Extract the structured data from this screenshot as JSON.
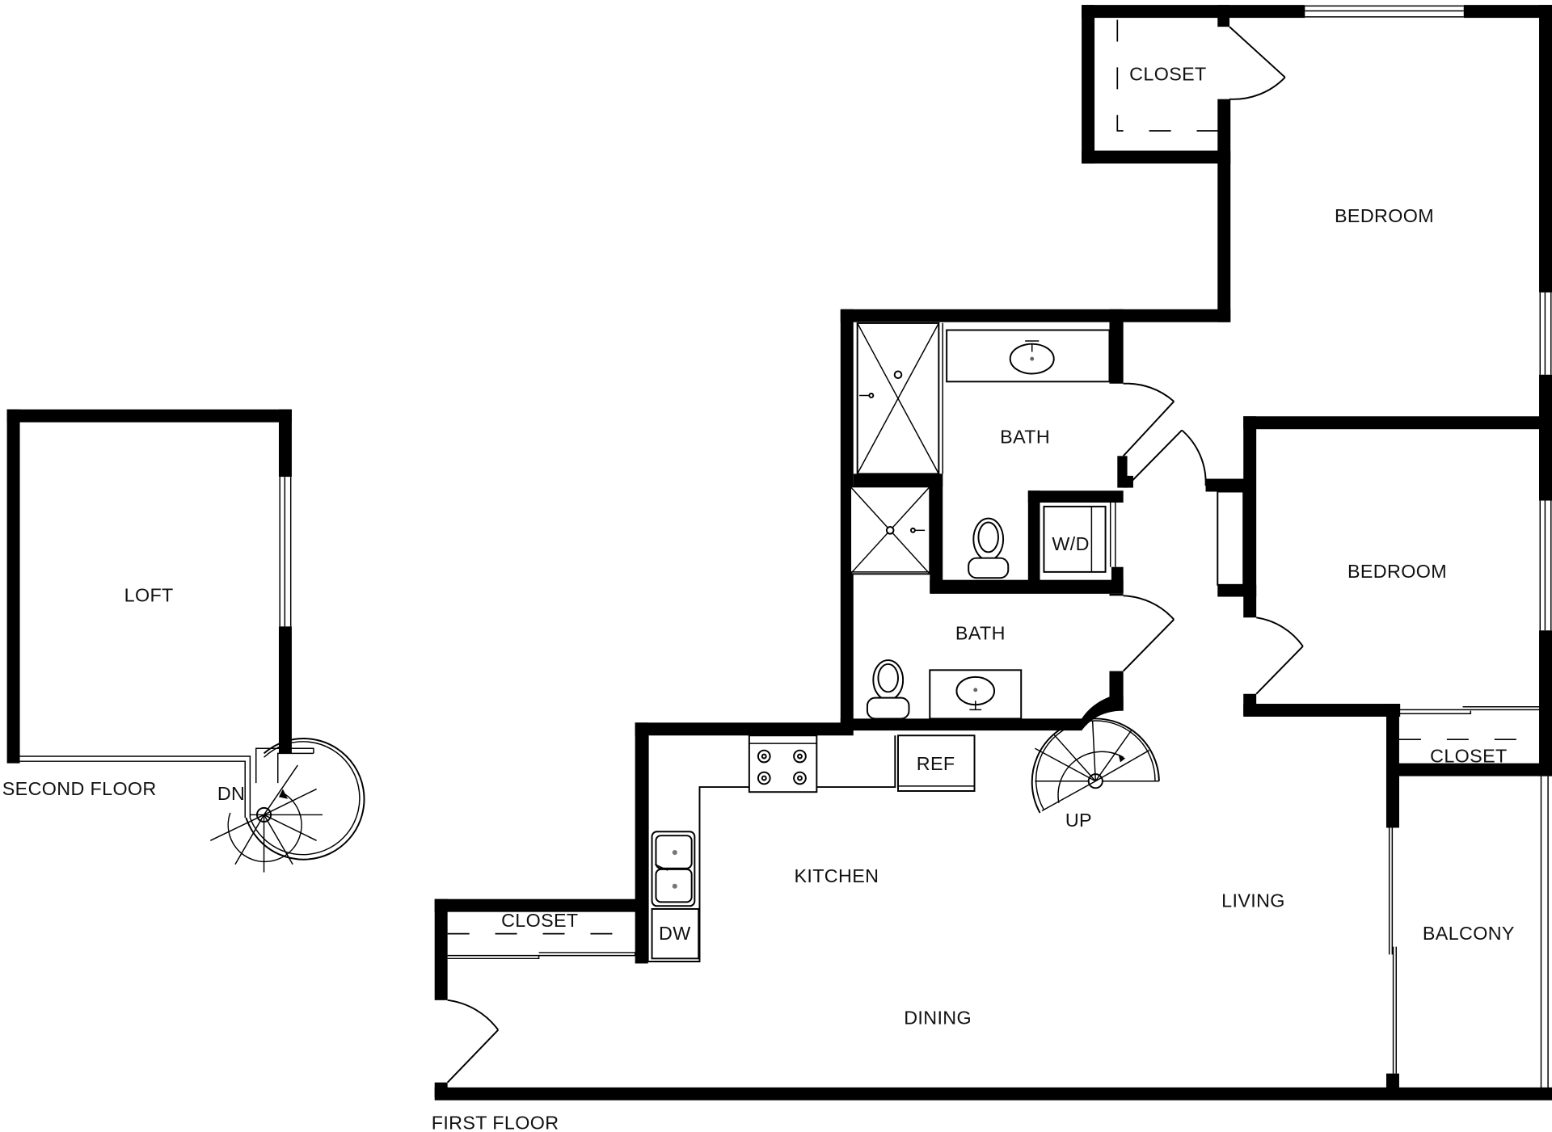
{
  "floor_labels": {
    "second": "SECOND FLOOR",
    "first": "FIRST FLOOR"
  },
  "rooms": {
    "loft": "LOFT",
    "closet_master": "CLOSET",
    "bedroom_master": "BEDROOM",
    "bath_master": "BATH",
    "washer_dryer": "W/D",
    "bedroom_second": "BEDROOM",
    "bath_second": "BATH",
    "closet_second": "CLOSET",
    "kitchen": "KITCHEN",
    "living": "LIVING",
    "balcony": "BALCONY",
    "closet_entry": "CLOSET",
    "dining": "DINING"
  },
  "fixtures": {
    "refrigerator": "REF",
    "dishwasher": "DW"
  },
  "stairs": {
    "second_floor": "DN",
    "first_floor": "UP"
  },
  "colors": {
    "wall": "#000000",
    "background": "#ffffff",
    "text": "#111111"
  }
}
